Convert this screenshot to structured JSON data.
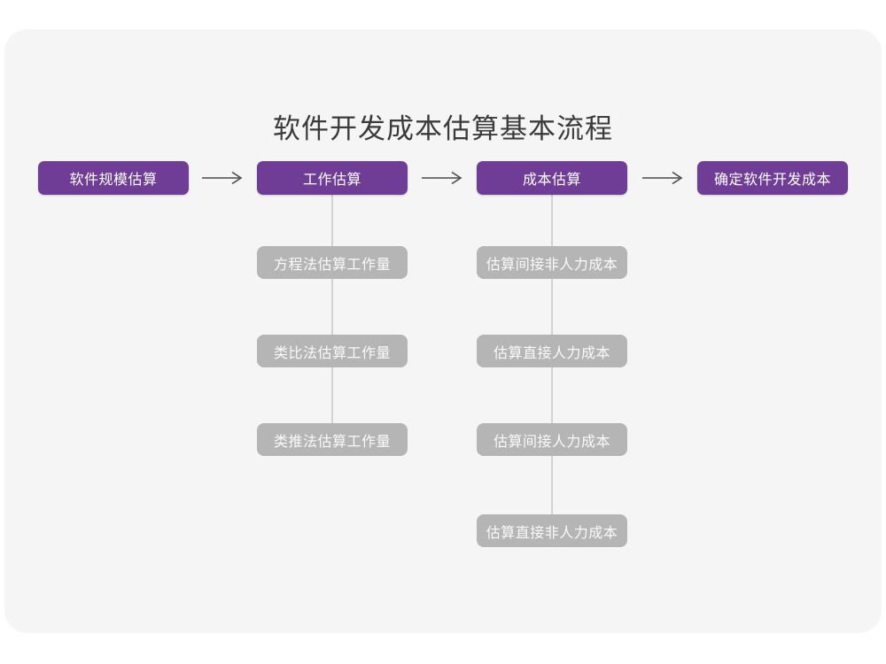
{
  "page": {
    "title": "软件开发成本估算基本流程",
    "background": "#ffffff",
    "card_background": "#f5f5f5",
    "accent_color": "#6f3d96",
    "secondary_color": "#b5b5b5",
    "connector_color": "#d2d2d2",
    "title_color": "#3b3b3b"
  },
  "flow": {
    "main_steps": [
      {
        "label": "软件规模估算"
      },
      {
        "label": "工作估算"
      },
      {
        "label": "成本估算"
      },
      {
        "label": "确定软件开发成本"
      }
    ],
    "arrows": [
      {
        "name": "arrow-1",
        "glyph": "→"
      },
      {
        "name": "arrow-2",
        "glyph": "→"
      },
      {
        "name": "arrow-3",
        "glyph": "→"
      }
    ],
    "branches": [
      {
        "parent": "工作估算",
        "items": [
          {
            "label": "方程法估算工作量"
          },
          {
            "label": "类比法估算工作量"
          },
          {
            "label": "类推法估算工作量"
          }
        ]
      },
      {
        "parent": "成本估算",
        "items": [
          {
            "label": "估算间接非人力成本"
          },
          {
            "label": "估算直接人力成本"
          },
          {
            "label": "估算间接人力成本"
          },
          {
            "label": "估算直接非人力成本"
          }
        ]
      }
    ]
  }
}
